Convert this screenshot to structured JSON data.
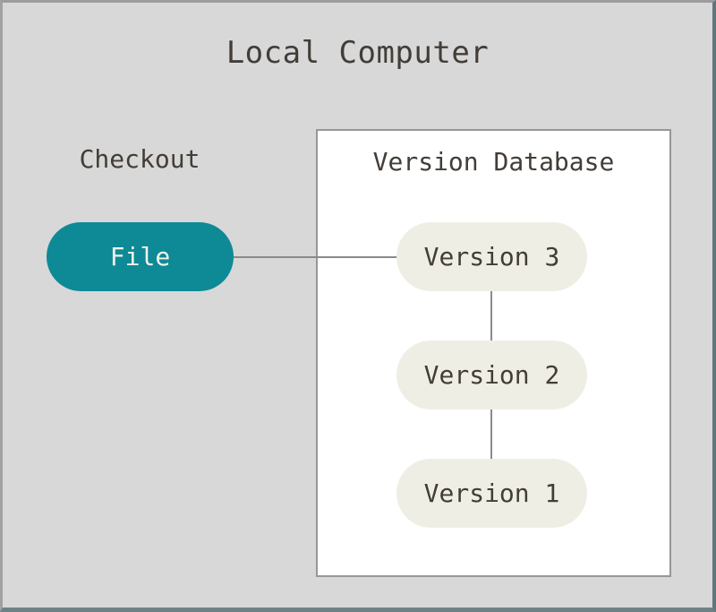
{
  "title": "Local Computer",
  "checkout": {
    "label": "Checkout",
    "file_pill": "File"
  },
  "version_database": {
    "label": "Version Database",
    "versions": [
      "Version 3",
      "Version 2",
      "Version 1"
    ]
  },
  "colors": {
    "bg": "#d8d8d8",
    "frame-top": "#9c9c9c",
    "frame-left": "#a1a1a1",
    "frame-right": "#5f777b",
    "frame-bottom": "#6e8184",
    "box-border": "#979797",
    "accent-teal": "#0e8a96",
    "pill-beige": "#efeee5",
    "line-gray": "#8a8a8a",
    "text-dark": "#433d37",
    "text-light": "#f3f2ec"
  }
}
